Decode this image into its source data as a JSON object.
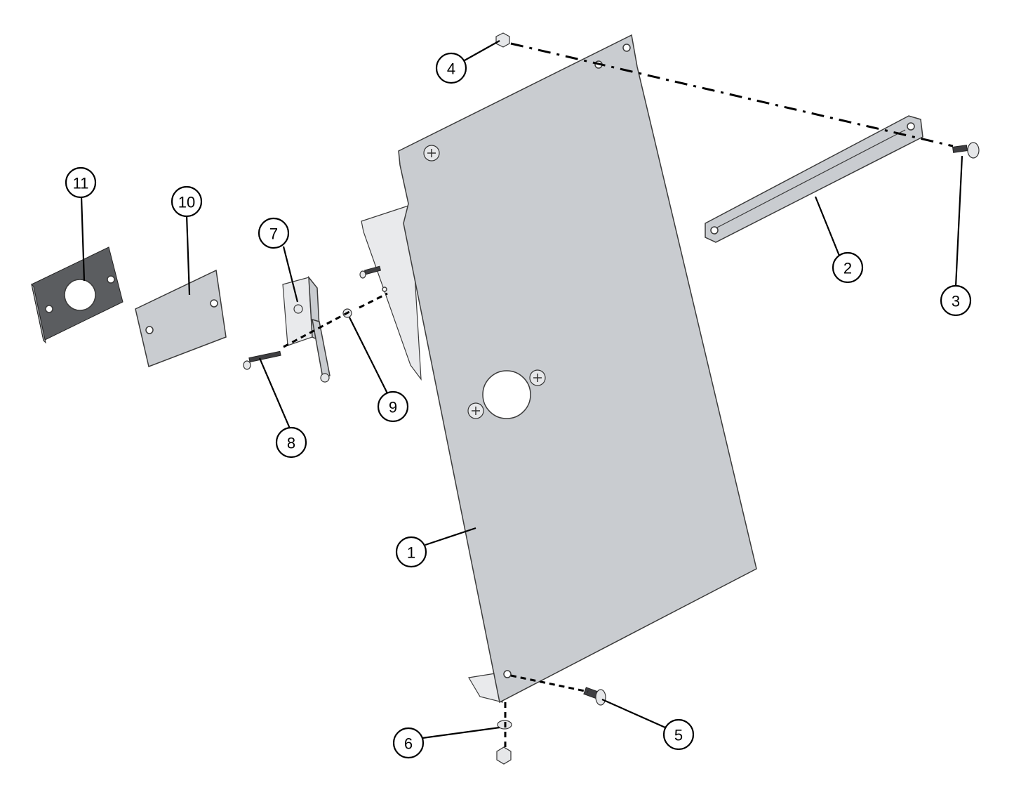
{
  "diagram": {
    "callouts": [
      {
        "id": "1",
        "label": "1"
      },
      {
        "id": "2",
        "label": "2"
      },
      {
        "id": "3",
        "label": "3"
      },
      {
        "id": "4",
        "label": "4"
      },
      {
        "id": "5",
        "label": "5"
      },
      {
        "id": "6",
        "label": "6"
      },
      {
        "id": "7",
        "label": "7"
      },
      {
        "id": "8",
        "label": "8"
      },
      {
        "id": "9",
        "label": "9"
      },
      {
        "id": "10",
        "label": "10"
      },
      {
        "id": "11",
        "label": "11"
      }
    ],
    "colors": {
      "plate": "#c9ccd0",
      "dark_part": "#3f3f42",
      "line": "#000000",
      "background": "#ffffff"
    }
  }
}
